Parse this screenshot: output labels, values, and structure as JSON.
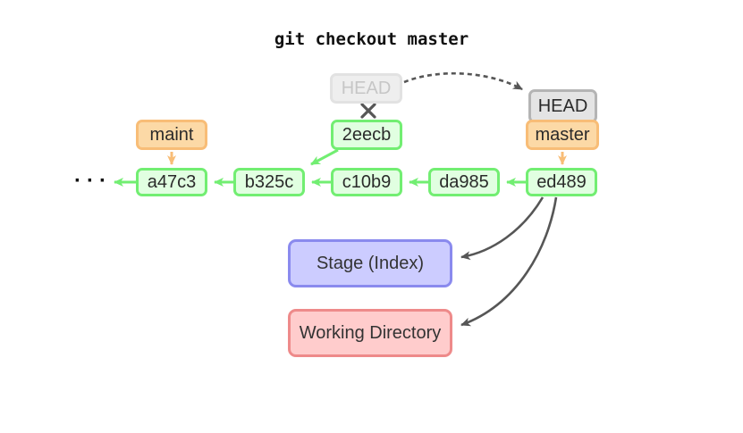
{
  "title": "git checkout master",
  "graph": {
    "head_detached": "HEAD",
    "head": "HEAD",
    "master_branch": "master",
    "maint_branch": "maint",
    "orphan_commit": "2eecb",
    "commits": [
      "a47c3",
      "b325c",
      "c10b9",
      "da985",
      "ed489"
    ],
    "ellipsis": "···"
  },
  "areas": {
    "stage": "Stage (Index)",
    "working_directory": "Working Directory"
  },
  "colors": {
    "commit_fill": "#e1ffe1",
    "commit_border": "#72ee72",
    "branch_fill": "#fcd9a6",
    "branch_border": "#f8bd77",
    "head_old_fill": "#eeeeee",
    "head_old_border": "#e2e2e2",
    "head_old_text": "#c6c6c6",
    "head_fill": "#e4e4e4",
    "head_border": "#b4b4b4",
    "stage_fill": "#ccccff",
    "stage_border": "#8a8aee",
    "working_fill": "#ffcccc",
    "working_border": "#ee8a8a",
    "arrow_dark": "#565656"
  }
}
